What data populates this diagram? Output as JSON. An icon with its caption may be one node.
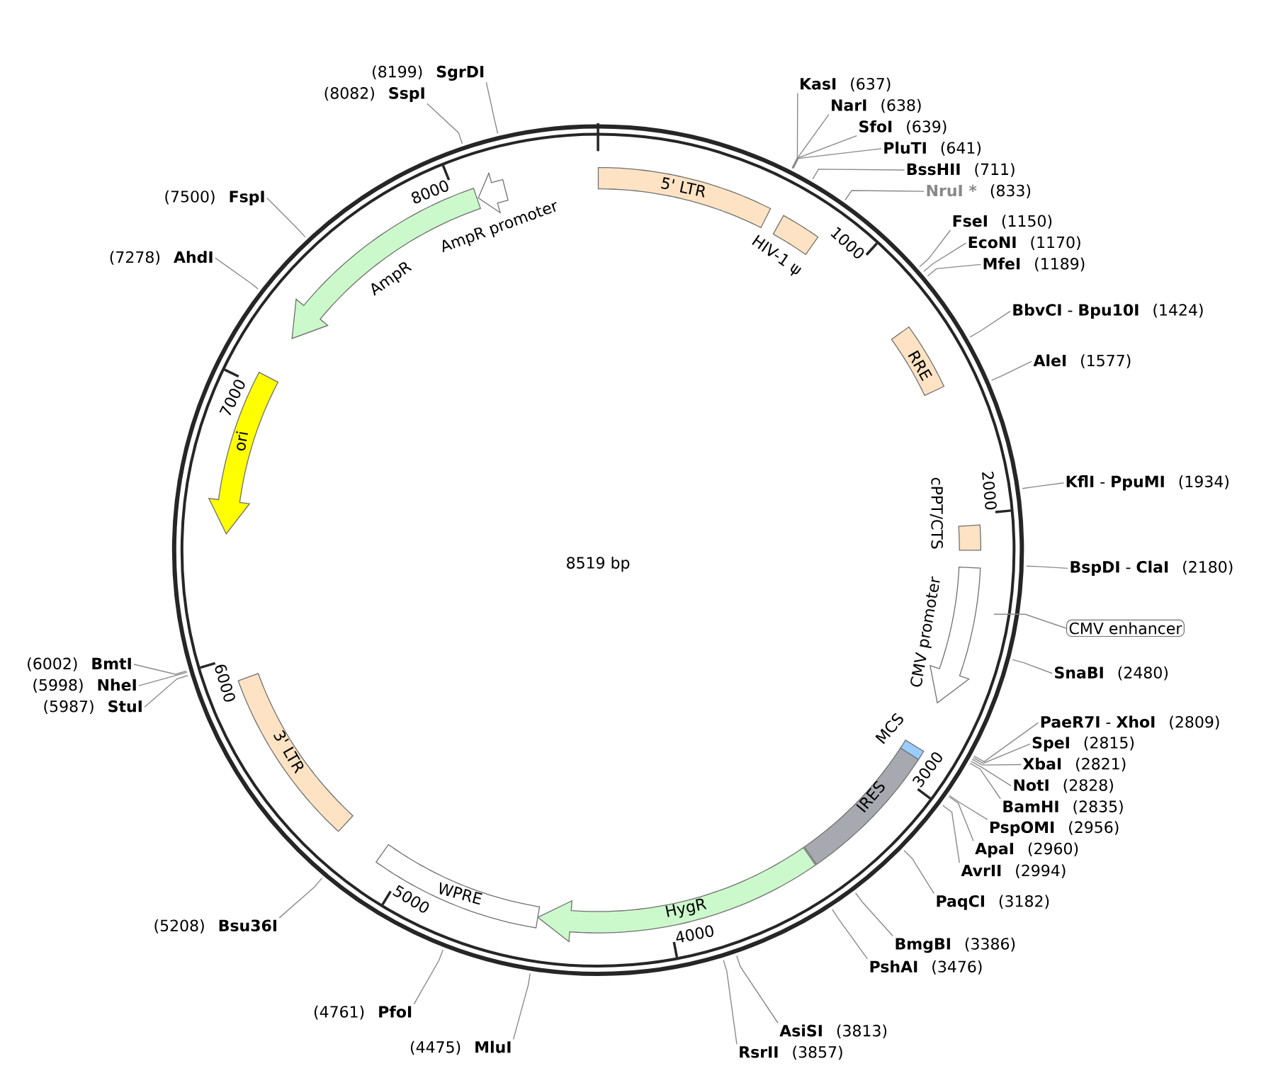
{
  "diagram": {
    "nodes": [
      {
        "text": [
          "5' LTR"
        ]
      },
      {
        "text": [
          "HIV-1 ψ"
        ]
      },
      {
        "text": [
          "RRE"
        ]
      },
      {
        "text": [
          "cPPT/CTS"
        ]
      },
      {
        "text": [
          "CMV enhancer"
        ]
      },
      {
        "text": [
          "CMV promoter"
        ]
      },
      {
        "text": [
          "MCS"
        ]
      },
      {
        "text": [
          "IRES"
        ]
      },
      {
        "text": [
          "HygR"
        ]
      },
      {
        "text": [
          "WPRE"
        ]
      },
      {
        "text": [
          "3' LTR"
        ]
      },
      {
        "text": [
          "ori"
        ]
      },
      {
        "text": [
          "AmpR"
        ]
      },
      {
        "text": [
          "AmpR promoter"
        ]
      },
      {
        "text": [
          "KasI",
          "(637)"
        ]
      },
      {
        "text": [
          "NarI",
          "(638)"
        ]
      },
      {
        "text": [
          "SfoI",
          "(639)"
        ]
      },
      {
        "text": [
          "PluTI",
          "(641)"
        ]
      },
      {
        "text": [
          "BssHII",
          "(711)"
        ]
      },
      {
        "text": [
          "NruI *",
          "(833)"
        ]
      },
      {
        "text": [
          "FseI",
          "(1150)"
        ]
      },
      {
        "text": [
          "EcoNI",
          "(1170)"
        ]
      },
      {
        "text": [
          "MfeI",
          "(1189)"
        ]
      },
      {
        "text": [
          "**BbvCI** - **Bpu10I**",
          "(1424)"
        ]
      },
      {
        "text": [
          "AleI",
          "(1577)"
        ]
      },
      {
        "text": [
          "**KflI** - **PpuMI**",
          "(1934)"
        ]
      },
      {
        "text": [
          "**BspDI** - **ClaI**",
          "(2180)"
        ]
      },
      {
        "text": [
          "SnaBI",
          "(2480)"
        ]
      },
      {
        "text": [
          "**PaeR7I** - **XhoI**",
          "(2809)"
        ]
      },
      {
        "text": [
          "SpeI",
          "(2815)"
        ]
      },
      {
        "text": [
          "XbaI",
          "(2821)"
        ]
      },
      {
        "text": [
          "NotI",
          "(2828)"
        ]
      },
      {
        "text": [
          "BamHI",
          "(2835)"
        ]
      },
      {
        "text": [
          "PspOMI",
          "(2956)"
        ]
      },
      {
        "text": [
          "ApaI",
          "(2960)"
        ]
      },
      {
        "text": [
          "AvrII",
          "(2994)"
        ]
      },
      {
        "text": [
          "PaqCI",
          "(3182)"
        ]
      },
      {
        "text": [
          "BmgBI",
          "(3386)"
        ]
      },
      {
        "text": [
          "PshAI",
          "(3476)"
        ]
      },
      {
        "text": [
          "AsiSI",
          "(3813)"
        ]
      },
      {
        "text": [
          "RsrII",
          "(3857)"
        ]
      },
      {
        "text": [
          "(4475)",
          "MluI"
        ]
      },
      {
        "text": [
          "(4761)",
          "PfoI"
        ]
      },
      {
        "text": [
          "(5208)",
          "Bsu36I"
        ]
      },
      {
        "text": [
          "(5987)",
          "StuI"
        ]
      },
      {
        "text": [
          "(5998)",
          "NheI"
        ]
      },
      {
        "text": [
          "(6002)",
          "BmtI"
        ]
      },
      {
        "text": [
          "(7278)",
          "AhdI"
        ]
      },
      {
        "text": [
          "(7500)",
          "FspI"
        ]
      },
      {
        "text": [
          "(8082)",
          "SspI"
        ]
      },
      {
        "text": [
          "(8199)",
          "SgrDI"
        ]
      }
    ],
    "edges": [
      {
        "from": 14,
        "to": null,
        "arrow": "none"
      },
      {
        "from": 15,
        "to": null,
        "arrow": "none"
      },
      {
        "from": 16,
        "to": null,
        "arrow": "none"
      },
      {
        "from": 17,
        "to": null,
        "arrow": "none"
      },
      {
        "from": 18,
        "to": null,
        "arrow": "none"
      },
      {
        "from": 19,
        "to": null,
        "arrow": "none"
      },
      {
        "from": 20,
        "to": null,
        "arrow": "none"
      },
      {
        "from": 21,
        "to": null,
        "arrow": "none"
      },
      {
        "from": 22,
        "to": null,
        "arrow": "none"
      },
      {
        "from": 23,
        "to": null,
        "arrow": "none"
      },
      {
        "from": 24,
        "to": null,
        "arrow": "none"
      },
      {
        "from": 25,
        "to": null,
        "arrow": "none"
      },
      {
        "from": 26,
        "to": null,
        "arrow": "none"
      },
      {
        "from": 27,
        "to": null,
        "arrow": "none"
      },
      {
        "from": 28,
        "to": null,
        "arrow": "none"
      },
      {
        "from": 29,
        "to": null,
        "arrow": "none"
      },
      {
        "from": 30,
        "to": null,
        "arrow": "none"
      },
      {
        "from": 31,
        "to": null,
        "arrow": "none"
      },
      {
        "from": 32,
        "to": null,
        "arrow": "none"
      },
      {
        "from": 33,
        "to": null,
        "arrow": "none"
      },
      {
        "from": 34,
        "to": null,
        "arrow": "none"
      },
      {
        "from": 35,
        "to": null,
        "arrow": "none"
      },
      {
        "from": 36,
        "to": null,
        "arrow": "none"
      },
      {
        "from": 37,
        "to": null,
        "arrow": "none"
      },
      {
        "from": 38,
        "to": null,
        "arrow": "none"
      },
      {
        "from": 39,
        "to": null,
        "arrow": "none"
      },
      {
        "from": 40,
        "to": null,
        "arrow": "none"
      },
      {
        "from": 41,
        "to": null,
        "arrow": "none"
      },
      {
        "from": 42,
        "to": null,
        "arrow": "none"
      },
      {
        "from": 43,
        "to": null,
        "arrow": "none"
      },
      {
        "from": 44,
        "to": null,
        "arrow": "none"
      },
      {
        "from": 45,
        "to": null,
        "arrow": "none"
      },
      {
        "from": 46,
        "to": null,
        "arrow": "none"
      },
      {
        "from": 47,
        "to": null,
        "arrow": "none"
      },
      {
        "from": 48,
        "to": null,
        "arrow": "none"
      },
      {
        "from": 49,
        "to": null,
        "arrow": "none"
      },
      {
        "from": 50,
        "to": null,
        "arrow": "none"
      },
      {
        "from": 4,
        "to": null,
        "arrow": "none"
      }
    ],
    "labels": [
      "8519 bp",
      "1000",
      "2000",
      "3000",
      "4000",
      "5000",
      "6000",
      "7000",
      "8000"
    ]
  }
}
